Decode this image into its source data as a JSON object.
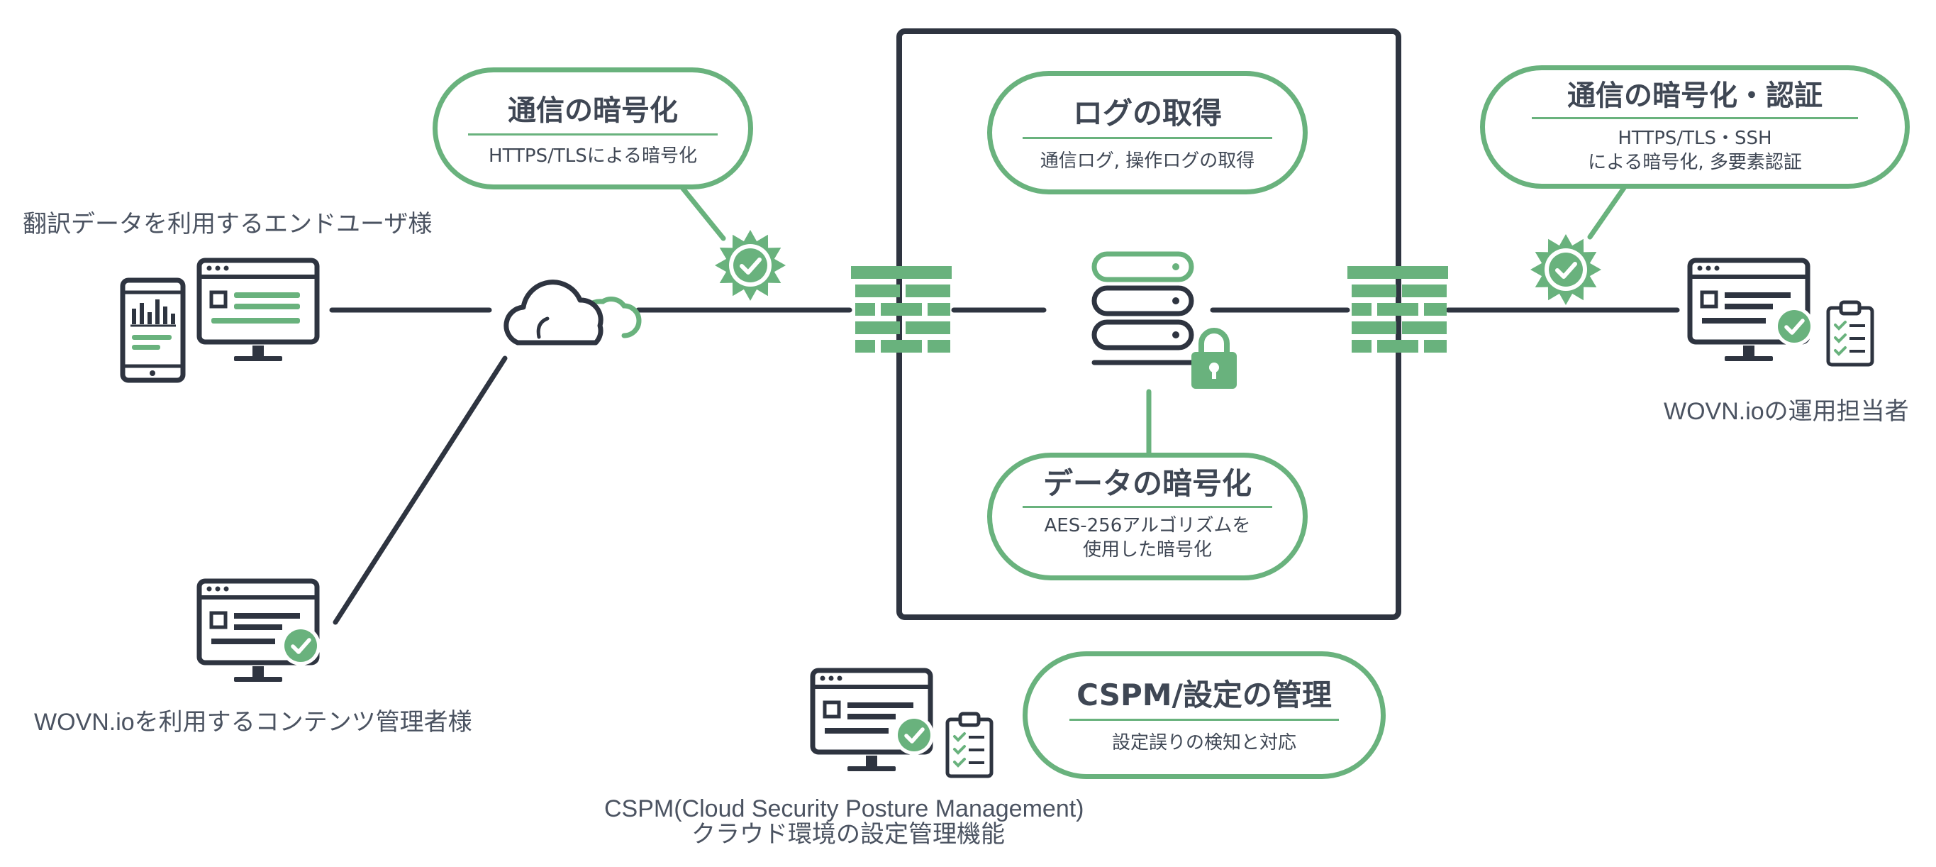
{
  "colors": {
    "accent": "#69b27d",
    "dark": "#2e3440",
    "text": "#4b5361"
  },
  "labels": {
    "end_user": "翻訳データを利用するエンドユーザ様",
    "content_admin": "WOVN.ioを利用するコンテンツ管理者様",
    "operator": "WOVN.ioの運用担当者",
    "cspm_line1": "CSPM(Cloud Security Posture Management)",
    "cspm_line2": "クラウド環境の設定管理機能"
  },
  "callouts": {
    "comm_encrypt": {
      "title": "通信の暗号化",
      "sub": "HTTPS/TLSによる暗号化"
    },
    "log": {
      "title": "ログの取得",
      "sub": "通信ログ, 操作ログの取得"
    },
    "comm_auth": {
      "title": "通信の暗号化・認証",
      "sub1": "HTTPS/TLS・SSH",
      "sub2": "による暗号化, 多要素認証"
    },
    "data_encrypt": {
      "title": "データの暗号化",
      "sub1": "AES-256アルゴリズムを",
      "sub2": "使用した暗号化"
    },
    "cspm": {
      "title": "CSPM/設定の管理",
      "sub": "設定誤りの検知と対応"
    }
  },
  "icons": [
    "smartphone-chart-icon",
    "monitor-icon",
    "cloud-icon",
    "verified-badge-icon",
    "firewall-icon",
    "server-stack-icon",
    "padlock-icon",
    "monitor-check-icon",
    "clipboard-checklist-icon"
  ]
}
